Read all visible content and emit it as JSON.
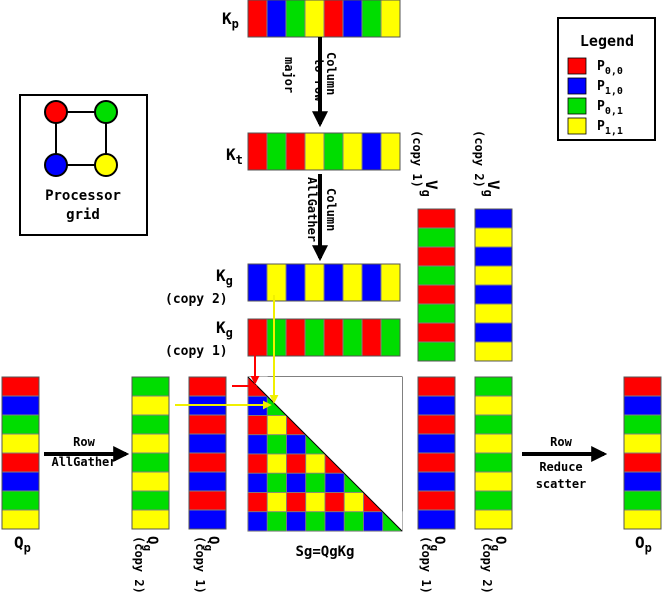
{
  "colors": {
    "p00": "#ff0000",
    "p10": "#0000ff",
    "p01": "#00dd00",
    "p11": "#ffff00",
    "arrow_red": "#ff0000",
    "arrow_yellow": "#f0f000",
    "grid_line": "#808080"
  },
  "legend": {
    "title": "Legend",
    "items": [
      {
        "base": "P",
        "sub": "0,0",
        "color_key": "p00"
      },
      {
        "base": "P",
        "sub": "1,0",
        "color_key": "p10"
      },
      {
        "base": "P",
        "sub": "0,1",
        "color_key": "p01"
      },
      {
        "base": "P",
        "sub": "1,1",
        "color_key": "p11"
      }
    ]
  },
  "processor_grid": {
    "label_line1": "Processor",
    "label_line2": "grid",
    "nodes": [
      "p00",
      "p01",
      "p10",
      "p11"
    ]
  },
  "labels": {
    "kp": {
      "base": "K",
      "sub": "p"
    },
    "kt": {
      "base": "K",
      "sub": "t"
    },
    "kg": {
      "base": "K",
      "sub": "g"
    },
    "vg": {
      "base": "V",
      "sub": "g"
    },
    "qg": {
      "base": "Q",
      "sub": "g"
    },
    "qp": {
      "base": "Q",
      "sub": "p"
    },
    "copy1": "(copy 1)",
    "copy2": "(copy 2)",
    "sg_formula": "Sg=QgKg",
    "step1": [
      "Column",
      "to row",
      "major"
    ],
    "step2": [
      "Column",
      "AllGather"
    ],
    "row_allgather": [
      "Row",
      "AllGather"
    ],
    "row_reduce_scatter": [
      "Row",
      "Reduce",
      "scatter"
    ]
  },
  "blocks": {
    "kp": [
      "p00",
      "p10",
      "p01",
      "p11",
      "p00",
      "p10",
      "p01",
      "p11"
    ],
    "kt": [
      "p00",
      "p01",
      "p00",
      "p11",
      "p01",
      "p11",
      "p10",
      "p11"
    ],
    "kg_copy2": [
      "p10",
      "p11",
      "p10",
      "p11",
      "p10",
      "p11",
      "p10",
      "p11"
    ],
    "kg_copy1": [
      "p00",
      "p01",
      "p00",
      "p01",
      "p00",
      "p01",
      "p00",
      "p01"
    ],
    "vg_copy1": [
      "p00",
      "p01",
      "p00",
      "p01",
      "p00",
      "p01",
      "p00",
      "p01"
    ],
    "vg_copy2": [
      "p10",
      "p11",
      "p10",
      "p11",
      "p10",
      "p11",
      "p10",
      "p11"
    ],
    "qp_left": [
      "p00",
      "p10",
      "p01",
      "p11",
      "p00",
      "p10",
      "p01",
      "p11"
    ],
    "qg_copy2": [
      "p01",
      "p11",
      "p01",
      "p11",
      "p01",
      "p11",
      "p01",
      "p11"
    ],
    "qg_copy1": [
      "p00",
      "p10",
      "p00",
      "p10",
      "p00",
      "p10",
      "p00",
      "p10"
    ],
    "og_copy1": [
      "p00",
      "p10",
      "p00",
      "p10",
      "p00",
      "p10",
      "p00",
      "p10"
    ],
    "og_copy2": [
      "p01",
      "p11",
      "p01",
      "p11",
      "p01",
      "p11",
      "p01",
      "p11"
    ],
    "op_right": [
      "p00",
      "p10",
      "p01",
      "p11",
      "p00",
      "p10",
      "p01",
      "p11"
    ]
  },
  "score_matrix": {
    "rows": [
      [
        "p00"
      ],
      [
        "p10",
        "p01"
      ],
      [
        "p00",
        "p11",
        "p00"
      ],
      [
        "p10",
        "p01",
        "p10",
        "p01"
      ],
      [
        "p00",
        "p11",
        "p00",
        "p11",
        "p00"
      ],
      [
        "p10",
        "p01",
        "p10",
        "p01",
        "p10",
        "p01"
      ],
      [
        "p00",
        "p11",
        "p00",
        "p11",
        "p00",
        "p11",
        "p00"
      ],
      [
        "p10",
        "p01",
        "p10",
        "p01",
        "p10",
        "p01",
        "p10",
        "p01"
      ]
    ]
  }
}
